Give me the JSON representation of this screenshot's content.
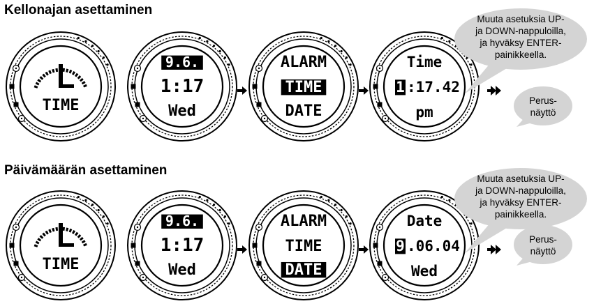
{
  "sections": [
    {
      "title": "Kellonajan asettaminen",
      "watches": [
        {
          "type": "dial",
          "label": "TIME"
        },
        {
          "type": "text",
          "lines": [
            "9.6.",
            "1:17",
            "Wed"
          ],
          "highlight": 0
        },
        {
          "type": "text",
          "lines": [
            "ALARM",
            "TIME",
            "DATE"
          ],
          "highlight": 1
        },
        {
          "type": "edit",
          "lines": [
            "Time",
            "1:17.42",
            "pm"
          ],
          "cursor_char": "1",
          "rest": ":17.42"
        }
      ],
      "bubble_large": [
        "Muuta asetuksia UP-",
        "ja DOWN-nappuloilla,",
        "ja hyväksy ENTER-",
        "painikkeella."
      ],
      "bubble_small": [
        "Perus-",
        "näyttö"
      ]
    },
    {
      "title": "Päivämäärän asettaminen",
      "watches": [
        {
          "type": "dial",
          "label": "TIME"
        },
        {
          "type": "text",
          "lines": [
            "9.6.",
            "1:17",
            "Wed"
          ],
          "highlight": 0
        },
        {
          "type": "text",
          "lines": [
            "ALARM",
            "TIME",
            "DATE"
          ],
          "highlight": 2
        },
        {
          "type": "edit",
          "lines": [
            "Date",
            "9.06.04",
            "Wed"
          ],
          "cursor_char": "9",
          "rest": ".06.04"
        }
      ],
      "bubble_large": [
        "Muuta asetuksia UP-",
        "ja DOWN-nappuloilla,",
        "ja hyväksy ENTER-",
        "painikkeella."
      ],
      "bubble_small": [
        "Perus-",
        "näyttö"
      ]
    }
  ],
  "colors": {
    "ink": "#000000",
    "bezel": "#ffffff",
    "bubble": "#d4d4d4"
  },
  "icons": [
    "single-arrow-icon",
    "double-arrow-icon",
    "bezel-symbol-icon"
  ]
}
